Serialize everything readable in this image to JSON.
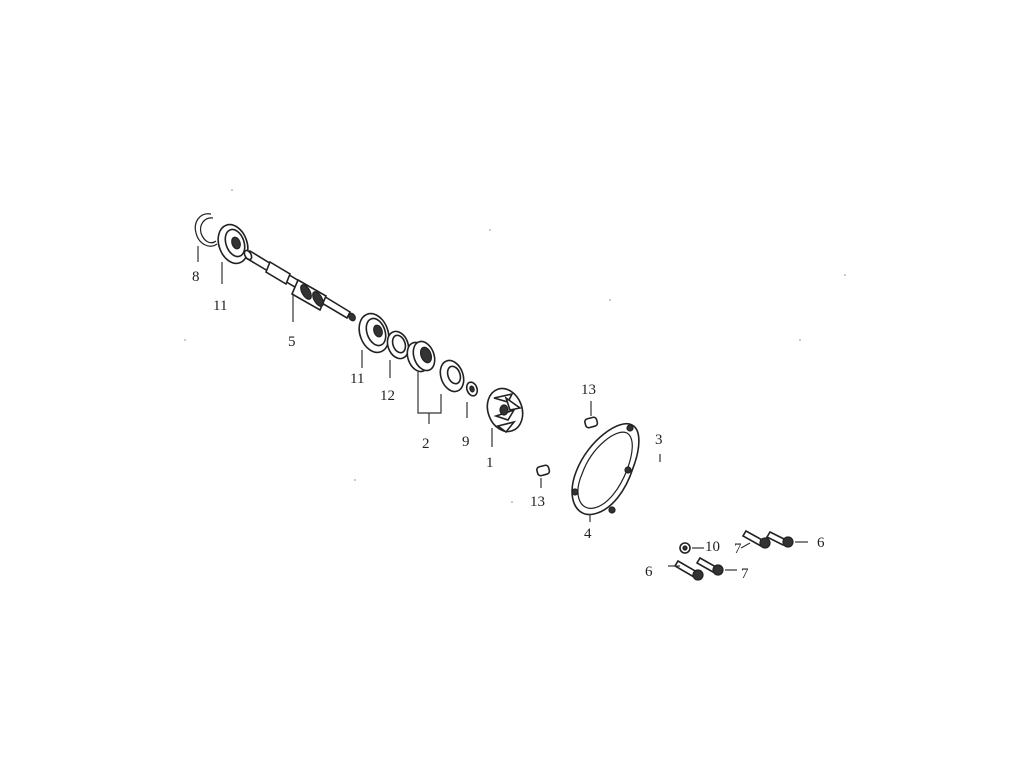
{
  "labels": {
    "circlip": "8",
    "bearing_outer": "11",
    "shaft": "5",
    "bearing_inner": "11",
    "oil_seal": "12",
    "mechanical_seal": "2",
    "washer": "9",
    "impeller": "1",
    "dowel_upper": "13",
    "dowel_lower": "13",
    "cover": "3",
    "gasket": "4",
    "washer_bolt": "10",
    "bolt_upper_a": "7",
    "bolt_upper_b": "6",
    "bolt_lower_a": "6",
    "bolt_lower_b": "7"
  },
  "colors": {
    "ink": "#222222",
    "paper": "#ffffff"
  }
}
